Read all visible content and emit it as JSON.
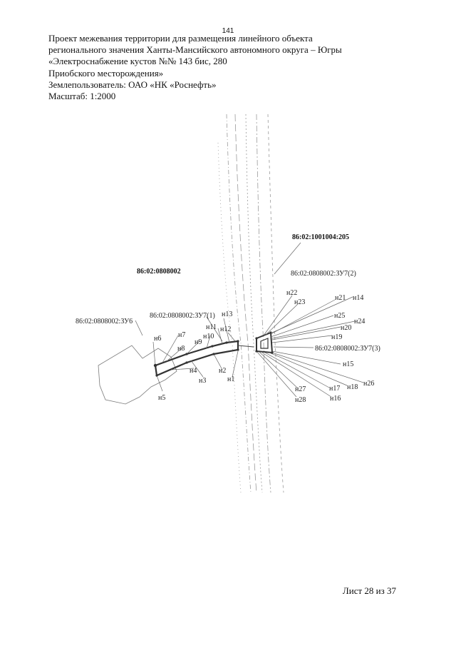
{
  "page_number": "141",
  "header": {
    "line1": "Проект межевания территории для размещения линейного объекта",
    "line2": "регионального значения Ханты-Мансийского автономного округа – Югры",
    "line3": "«Электроснабжение кустов №№ 143 бис, 280",
    "line4": "Приобского месторождения»",
    "line5": "Землепользователь: ОАО «НК «Роснефть»",
    "line6": "Масштаб: 1:2000"
  },
  "map": {
    "parcels": {
      "p205": "86:02:1001004:205",
      "p0808002": "86:02:0808002",
      "zu7_2": "86:02:0808002:ЗУ7(2)",
      "zu7_1": "86:02:0808002:ЗУ7(1)",
      "zu6": "86:02:0808002:ЗУ6",
      "zu7_3": "86:02:0808002:ЗУ7(3)"
    },
    "points": {
      "n1": "н1",
      "n2": "н2",
      "n3": "н3",
      "n4": "н4",
      "n5": "н5",
      "n6": "н6",
      "n7": "н7",
      "n8": "н8",
      "n9": "н9",
      "n10": "н10",
      "n11": "н11",
      "n12": "н12",
      "n13": "н13",
      "n14": "н14",
      "n15": "н15",
      "n16": "н16",
      "n17": "н17",
      "n18": "н18",
      "n19": "н19",
      "n20": "н20",
      "n21": "н21",
      "n22": "н22",
      "n23": "н23",
      "n24": "н24",
      "n25": "н25",
      "n26": "н26",
      "n27": "н27",
      "n28": "н28"
    }
  },
  "footer": {
    "sheet": "Лист 28 из 37"
  }
}
